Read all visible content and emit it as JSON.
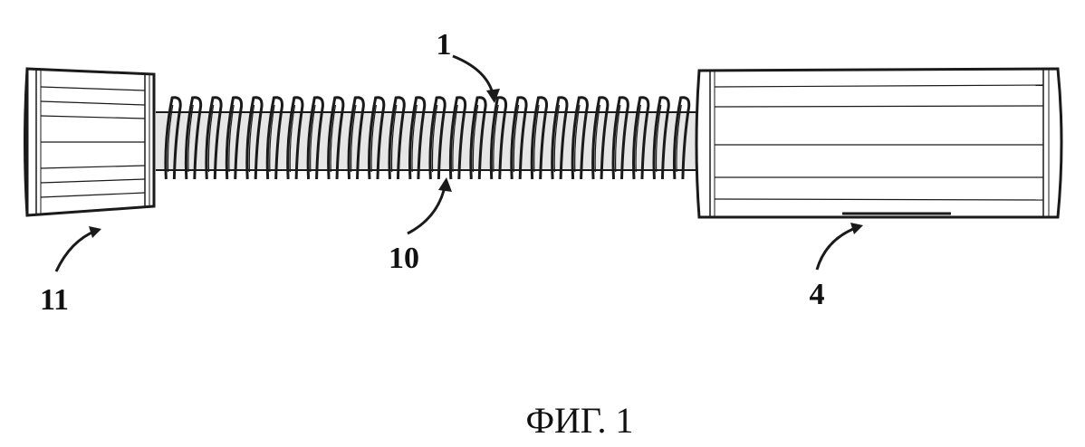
{
  "labels": {
    "assembly": "1",
    "spring": "10",
    "cap": "11",
    "body": "4"
  },
  "caption": "ФИГ. 1",
  "colors": {
    "line": "#1a1a1a",
    "shading": "#bdbdbd",
    "background": "#ffffff"
  },
  "spring": {
    "coil_count": 26
  }
}
